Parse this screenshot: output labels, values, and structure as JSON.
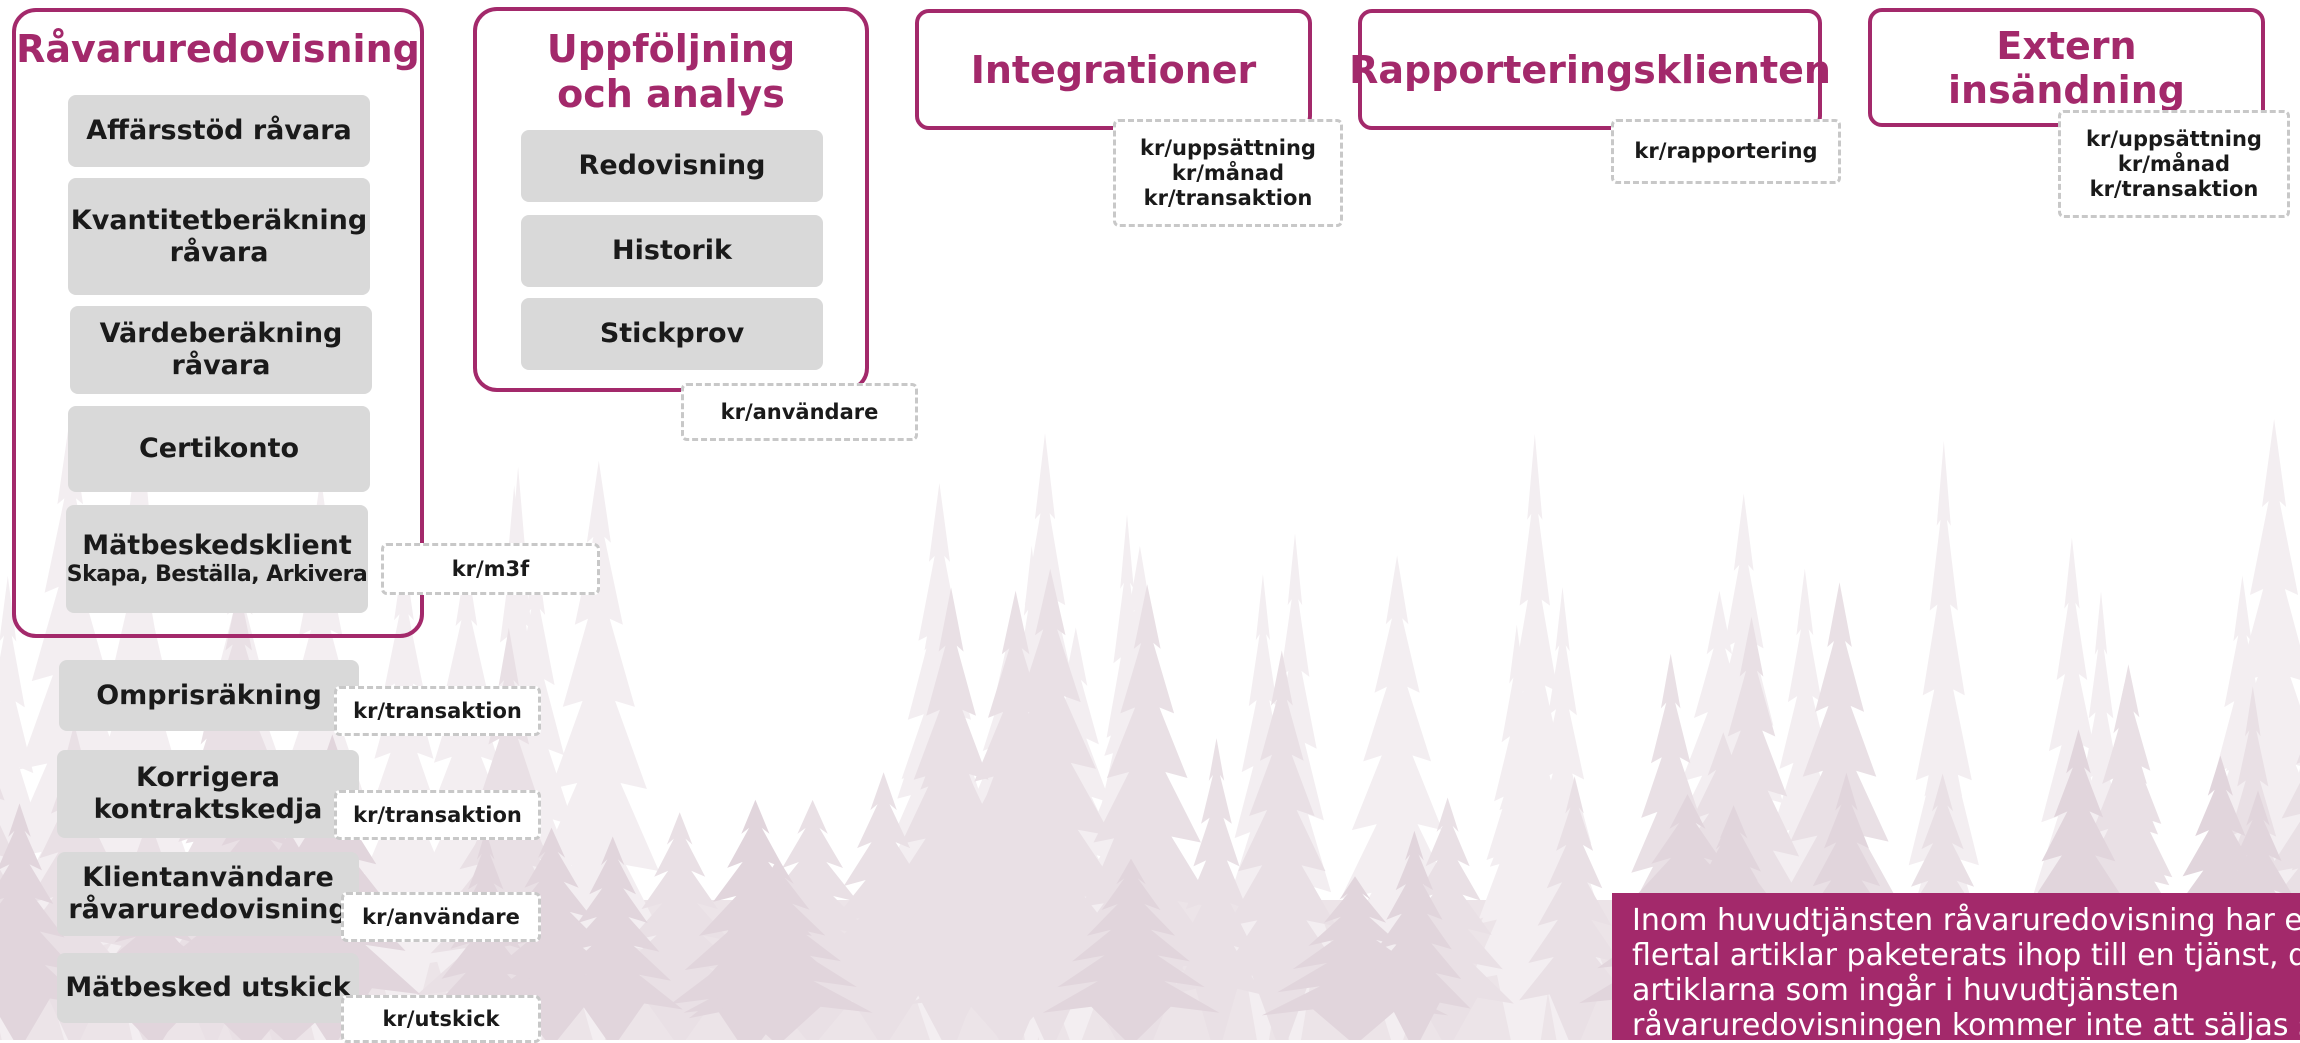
{
  "colors": {
    "accent": "#a3296b",
    "item_bg": "#d9d9d9",
    "price_border": "#c8c8c8"
  },
  "groups": {
    "ravaruredovisning": {
      "title": "Råvaruredovisning",
      "items": [
        "Affärsstöd råvara",
        "Kvantitetberäkning råvara",
        "Värdeberäkning råvara",
        "Certikonto"
      ],
      "matbesked_title": "Mätbeskedsklient",
      "matbesked_sub": "Skapa, Beställa, Arkivera"
    },
    "uppfoljning": {
      "title": "Uppföljning och analys",
      "items": [
        "Redovisning",
        "Historik",
        "Stickprov"
      ]
    }
  },
  "headers": [
    "Integrationer",
    "Rapporteringsklienten",
    "Extern insändning"
  ],
  "prices": {
    "integrationer": [
      "kr/uppsättning",
      "kr/månad",
      "kr/transaktion"
    ],
    "rapportering": "kr/rapportering",
    "extern": [
      "kr/uppsättning",
      "kr/månad",
      "kr/transaktion"
    ],
    "uppfoljning": "kr/användare",
    "matbesked": "kr/m3f"
  },
  "addons": [
    {
      "label": "Omprisräkning",
      "price": "kr/transaktion"
    },
    {
      "label": "Korrigera kontraktskedja",
      "price": "kr/transaktion"
    },
    {
      "label": "Klientanvändare råvaruredovisning",
      "price": "kr/användare"
    },
    {
      "label": "Mätbesked utskick",
      "price": "kr/utskick"
    }
  ],
  "note": [
    "Inom huvudtjänsten råvaruredovisning har ett",
    "flertal artiklar paketerats ihop till en tjänst, de",
    "artiklarna som ingår i huvudtjänsten",
    "råvaruredovisningen kommer inte att säljas separat."
  ]
}
